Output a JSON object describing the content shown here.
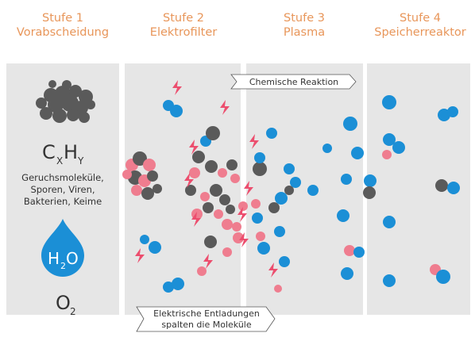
{
  "stages": [
    {
      "line1": "Stufe 1",
      "line2": "Vorabscheidung"
    },
    {
      "line1": "Stufe 2",
      "line2": "Elektrofilter"
    },
    {
      "line1": "Stufe 3",
      "line2": "Plasma"
    },
    {
      "line1": "Stufe 4",
      "line2": "Speicherreaktor"
    }
  ],
  "stage1_labels": {
    "cxhy": {
      "c": "C",
      "x": "X",
      "h": "H",
      "y": "Y"
    },
    "description": [
      "Geruchsmoleküle,",
      "Sporen, Viren,",
      "Bakterien, Keime"
    ],
    "h2o": {
      "h": "H",
      "sub": "2",
      "o": "O"
    },
    "o2": {
      "o": "O",
      "sub": "2"
    }
  },
  "callouts": {
    "reaction": "Chemische Reaktion",
    "discharge": [
      "Elektrische Entladungen",
      "spalten die Moleküle"
    ]
  },
  "colors": {
    "title": "#e8965a",
    "panel": "#e6e6e6",
    "gap": "#ffffff",
    "blue": "#1b8fd6",
    "pink": "#ef7d8f",
    "dark": "#5a5a5a",
    "bolt": "#ec4e6e",
    "drop": "#1b8fd6"
  }
}
